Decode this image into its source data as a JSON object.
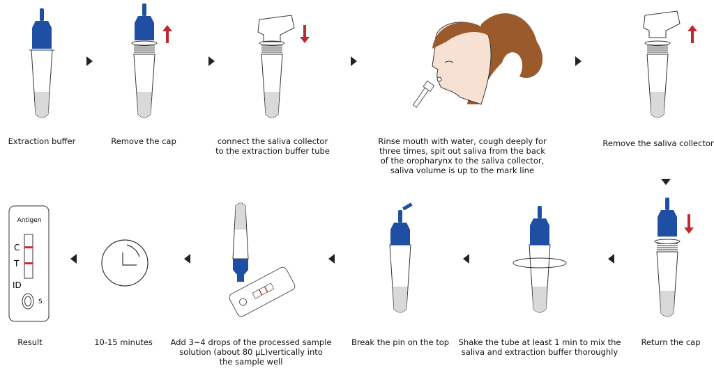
{
  "colors": {
    "cap_blue": "#1e4fa3",
    "arrow_red": "#c0282d",
    "liquid": "#d9d9d9",
    "hair": "#9a5a2c",
    "skin": "#f7e1d3",
    "line_red": "#d42a3a"
  },
  "steps_top": [
    {
      "label": "Extraction buffer"
    },
    {
      "label": "Remove the cap"
    },
    {
      "label": "connect the saliva collector\nto the extraction buffer tube"
    },
    {
      "label": "Rinse mouth with water, cough deeply for\nthree times, spit out saliva from the back\nof the oropharynx to the saliva collector,\nsaliva volume is up to the mark line"
    },
    {
      "label": "Remove the saliva collector"
    }
  ],
  "steps_bottom": [
    {
      "label": "Return the cap"
    },
    {
      "label": "Shake the tube at least 1 min to mix the\nsaliva and extraction buffer thoroughly"
    },
    {
      "label": "Break the pin on the top"
    },
    {
      "label": "Add 3~4 drops of the processed sample\nsolution (about 80 μL)vertically into\nthe sample well"
    },
    {
      "label": "10-15 minutes"
    },
    {
      "label": "Result"
    }
  ],
  "result_card": {
    "title": "Antigen",
    "c": "C",
    "t": "T",
    "id": "ID",
    "s": "S"
  }
}
